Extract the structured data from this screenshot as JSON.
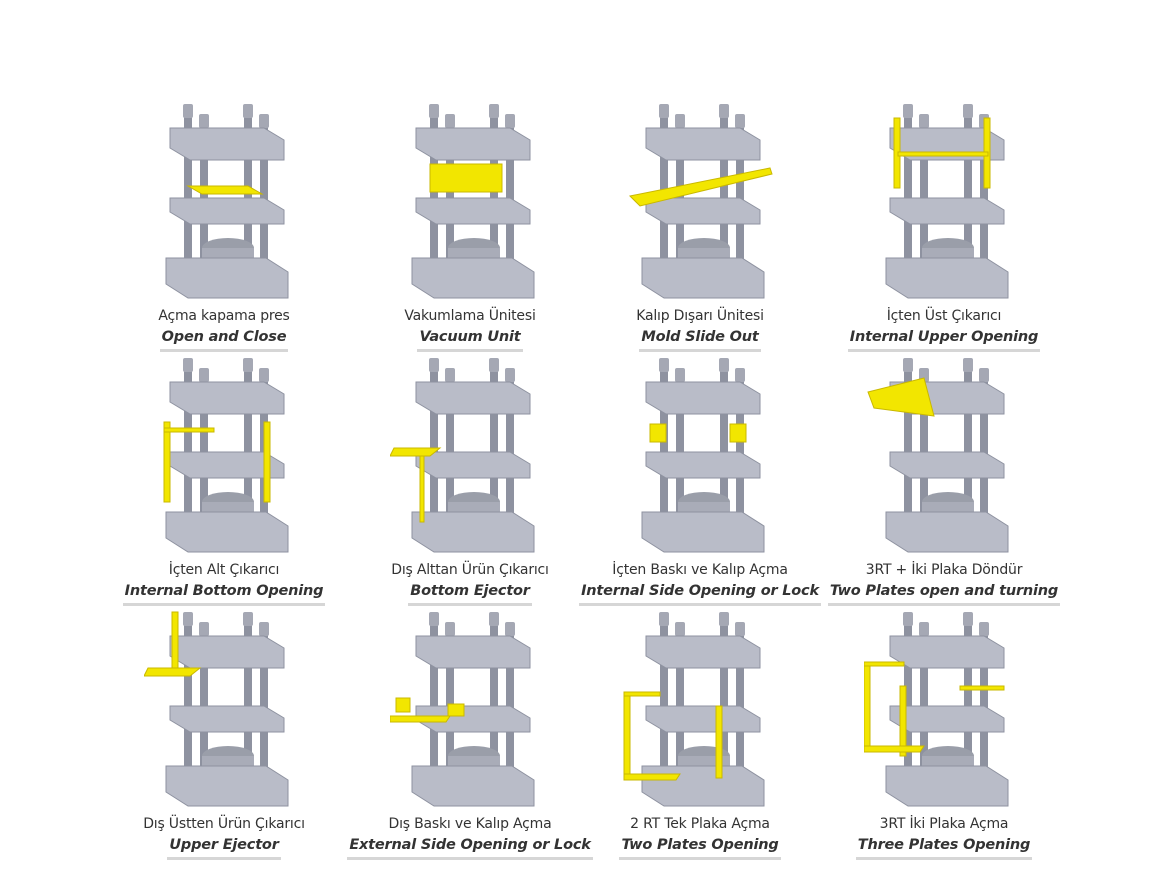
{
  "colors": {
    "accent": "#f2e600",
    "steel": "#b9bcc8",
    "steel_dark": "#8e92a0",
    "bg": "#ffffff"
  },
  "items": [
    {
      "tr": "Açma kapama pres",
      "en": "Open and Close",
      "variant": "plate"
    },
    {
      "tr": "Vakumlama Ünitesi",
      "en": "Vacuum Unit",
      "variant": "box"
    },
    {
      "tr": "Kalıp Dışarı Ünitesi",
      "en": "Mold Slide Out",
      "variant": "slide"
    },
    {
      "tr": "İçten Üst Çıkarıcı",
      "en": "Internal Upper Opening",
      "variant": "upper"
    },
    {
      "tr": "İçten Alt Çıkarıcı",
      "en": "Internal Bottom Opening",
      "variant": "cage"
    },
    {
      "tr": "Dış Alttan Ürün Çıkarıcı",
      "en": "Bottom Ejector",
      "variant": "sidearm"
    },
    {
      "tr": "İçten Baskı ve Kalıp Açma",
      "en": "Internal Side Opening or Lock",
      "variant": "lock"
    },
    {
      "tr": "3RT + İki Plaka Döndür",
      "en": "Two Plates open and turning",
      "variant": "turn"
    },
    {
      "tr": "Dış Üstten Ürün Çıkarıcı",
      "en": "Upper Ejector",
      "variant": "toparm"
    },
    {
      "tr": "Dış Baskı ve Kalıp Açma",
      "en": "External Side Opening or Lock",
      "variant": "extlock"
    },
    {
      "tr": "2 RT Tek Plaka Açma",
      "en": "Two Plates Opening",
      "variant": "frame"
    },
    {
      "tr": "3RT İki Plaka Açma",
      "en": "Three Plates Opening",
      "variant": "frame2"
    }
  ]
}
